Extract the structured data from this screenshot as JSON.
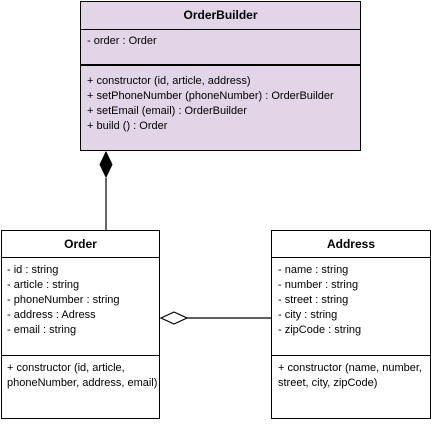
{
  "orderbuilder": {
    "name": "OrderBuilder",
    "attributes": [
      "- order : Order"
    ],
    "operations": [
      "+ constructor (id, article, address)",
      "+ setPhoneNumber (phoneNumber) : OrderBuilder",
      "+ setEmail (email) : OrderBuilder",
      "+ build () : Order"
    ]
  },
  "order": {
    "name": "Order",
    "attributes": [
      "- id : string",
      "- article : string",
      "- phoneNumber : string",
      "- address : Adress",
      "- email : string"
    ],
    "operations": [
      "+ constructor (id, article, phoneNumber, address, email)"
    ]
  },
  "address": {
    "name": "Address",
    "attributes": [
      "- name : string",
      "- number : string",
      "- street : string",
      "- city : string",
      "- zipCode : string"
    ],
    "operations": [
      "+ constructor (name, number, street, city, zipCode)"
    ]
  },
  "colors": {
    "builder_fill": "#e1d5e7",
    "line": "#000000"
  },
  "relations": [
    {
      "from": "OrderBuilder",
      "to": "Order",
      "type": "composition"
    },
    {
      "from": "Order",
      "to": "Address",
      "type": "aggregation"
    }
  ]
}
